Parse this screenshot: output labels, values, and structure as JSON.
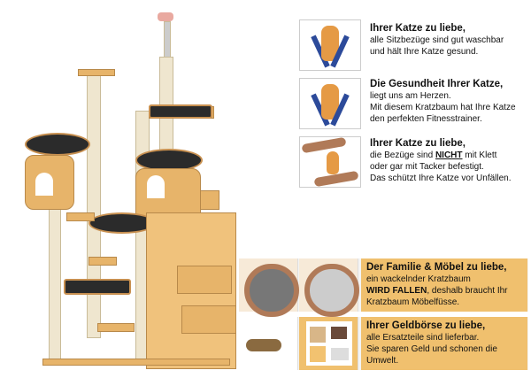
{
  "features": [
    {
      "title": "Ihrer Katze zu liebe,",
      "lines": [
        "alle Sitzbezüge sind gut waschbar",
        "und hält Ihre Katze gesund."
      ],
      "icon": "cat-checkmark-icon"
    },
    {
      "title": "Die Gesundheit Ihrer Katze,",
      "lines": [
        "liegt uns am Herzen.",
        "Mit diesem Kratzbaum hat Ihre Katze",
        "den perfekten Fitnesstrainer."
      ],
      "icon": "cat-checkmark-icon"
    },
    {
      "title": "Ihrer Katze zu liebe,",
      "line1_pre": "die Bezüge sind ",
      "line1_emph": "NICHT",
      "line1_post": " mit Klett",
      "lines": [
        "oder gar mit Tacker befestigt.",
        "Das schützt Ihre Katze vor Unfällen."
      ],
      "icon": "hands-cat-icon"
    }
  ],
  "boxes": [
    {
      "title": "Der Familie & Möbel zu liebe,",
      "line1": "ein wackelnder Kratzbaum",
      "emph": "WIRD FALLEN",
      "line2_post": ", deshalb braucht Ihr",
      "line3": "Kratzbaum Möbelfüsse."
    },
    {
      "title": "Ihrer Geldbörse zu liebe,",
      "lines": [
        "alle Ersatzteile sind lieferbar.",
        "Sie sparen Geld und schonen die",
        "Umwelt."
      ]
    }
  ],
  "colors": {
    "box": "#f0c06e",
    "check": "#2c4a9a",
    "wood": "#e7b46a"
  }
}
